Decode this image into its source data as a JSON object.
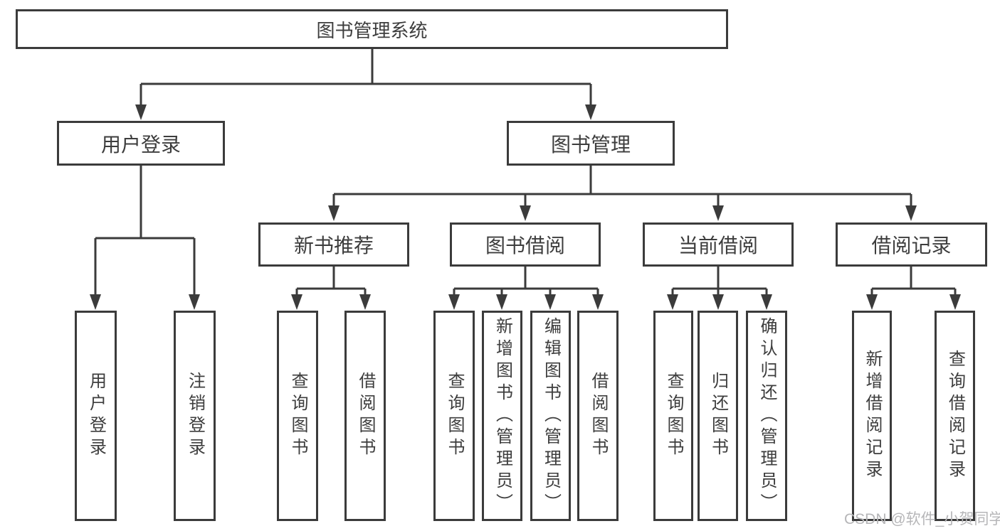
{
  "tree": {
    "label": "图书管理系统",
    "children": [
      {
        "label": "用户登录",
        "children": [
          {
            "label": "用户登录"
          },
          {
            "label": "注销登录"
          }
        ]
      },
      {
        "label": "图书管理",
        "children": [
          {
            "label": "新书推荐",
            "children": [
              {
                "label": "查询图书"
              },
              {
                "label": "借阅图书"
              }
            ]
          },
          {
            "label": "图书借阅",
            "children": [
              {
                "label": "查询图书"
              },
              {
                "label": "新增图书（管理员）"
              },
              {
                "label": "编辑图书（管理员）"
              },
              {
                "label": "借阅图书"
              }
            ]
          },
          {
            "label": "当前借阅",
            "children": [
              {
                "label": "查询图书"
              },
              {
                "label": "归还图书"
              },
              {
                "label": "确认归还（管理员）"
              }
            ]
          },
          {
            "label": "借阅记录",
            "children": [
              {
                "label": "新增借阅记录"
              },
              {
                "label": "查询借阅记录"
              }
            ]
          }
        ]
      }
    ]
  },
  "watermark": {
    "text": "CSDN @软件_小贺同学"
  },
  "colors": {
    "line": "#3b3b3b",
    "box_border": "#3b3b3b",
    "text": "#3d3d3d",
    "background": "#ffffff",
    "watermark": "#b6b6b8"
  }
}
